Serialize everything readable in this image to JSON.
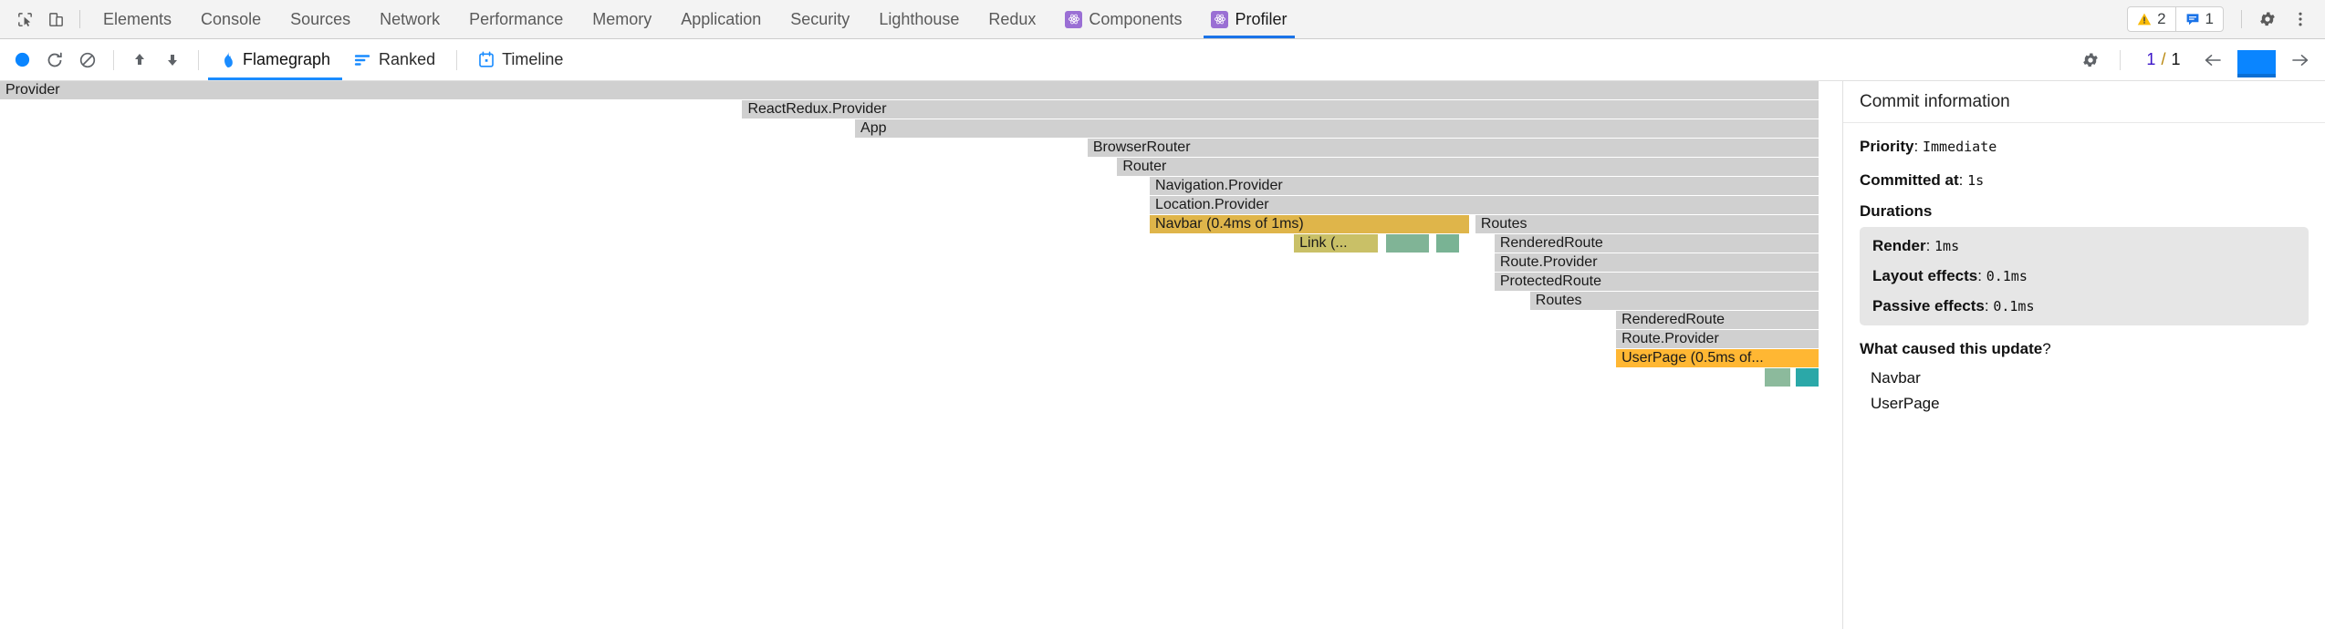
{
  "devtools": {
    "tools": [
      {
        "name": "inspect-element-icon",
        "label": "Inspect"
      },
      {
        "name": "device-toolbar-icon",
        "label": "Device toolbar"
      }
    ],
    "tabs": [
      {
        "label": "Elements",
        "icon": null,
        "active": false
      },
      {
        "label": "Console",
        "icon": null,
        "active": false
      },
      {
        "label": "Sources",
        "icon": null,
        "active": false
      },
      {
        "label": "Network",
        "icon": null,
        "active": false
      },
      {
        "label": "Performance",
        "icon": null,
        "active": false
      },
      {
        "label": "Memory",
        "icon": null,
        "active": false
      },
      {
        "label": "Application",
        "icon": null,
        "active": false
      },
      {
        "label": "Security",
        "icon": null,
        "active": false
      },
      {
        "label": "Lighthouse",
        "icon": null,
        "active": false
      },
      {
        "label": "Redux",
        "icon": null,
        "active": false
      },
      {
        "label": "Components",
        "icon": "react-icon",
        "active": false
      },
      {
        "label": "Profiler",
        "icon": "react-icon",
        "active": true
      }
    ],
    "warnings_count": "2",
    "messages_count": "1",
    "settings_label": "Settings",
    "more_label": "More options"
  },
  "profiler_toolbar": {
    "record_label": "Start profiling",
    "reload_label": "Reload and start profiling",
    "clear_label": "Clear profiling data",
    "load_label": "Load profile",
    "save_label": "Save profile",
    "views": [
      {
        "label": "Flamegraph",
        "icon": "flame-icon",
        "active": true
      },
      {
        "label": "Ranked",
        "icon": "ranked-bars-icon",
        "active": false
      },
      {
        "label": "Timeline",
        "icon": "calendar-icon",
        "active": false
      }
    ],
    "settings_label": "Profiler settings",
    "commit_index": "1",
    "commit_separator": "/",
    "commit_total": "1",
    "prev_label": "Previous commit",
    "next_label": "Next commit",
    "commit_bar_color": "#0a85ff"
  },
  "colors": {
    "neutral": "#d0d0d0",
    "gold": "#dfb54a",
    "olive": "#c9c067",
    "green_light": "#80b496",
    "green_mid": "#79b394",
    "orange": "#ffb733",
    "sage": "#8cba9c",
    "teal": "#2ba8a8",
    "accent_blue": "#1a8cff"
  },
  "flamegraph": {
    "rows": [
      [
        {
          "label": "Provider",
          "x": 0.0,
          "w": 0.988,
          "color": "#d0d0d0"
        }
      ],
      [
        {
          "label": "ReactRedux.Provider",
          "x": 0.4029,
          "w": 0.5851,
          "color": "#d0d0d0"
        }
      ],
      [
        {
          "label": "App",
          "x": 0.4641,
          "w": 0.5239,
          "color": "#d0d0d0"
        }
      ],
      [
        {
          "label": "BrowserRouter",
          "x": 0.5903,
          "w": 0.3977,
          "color": "#d0d0d0"
        }
      ],
      [
        {
          "label": "Router",
          "x": 0.6064,
          "w": 0.3816,
          "color": "#d0d0d0"
        }
      ],
      [
        {
          "label": "Navigation.Provider",
          "x": 0.6241,
          "w": 0.3639,
          "color": "#d0d0d0"
        }
      ],
      [
        {
          "label": "Location.Provider",
          "x": 0.6241,
          "w": 0.3639,
          "color": "#d0d0d0"
        }
      ],
      [
        {
          "label": "Navbar (0.4ms of 1ms)",
          "x": 0.6241,
          "w": 0.1743,
          "color": "#dfb54a"
        },
        {
          "label": "Routes",
          "x": 0.8008,
          "w": 0.1872,
          "color": "#d0d0d0"
        }
      ],
      [
        {
          "label": "Link (...",
          "x": 0.7024,
          "w": 0.0467,
          "color": "#c9c067"
        },
        {
          "label": "",
          "x": 0.7523,
          "w": 0.0241,
          "color": "#80b496"
        },
        {
          "label": "",
          "x": 0.7796,
          "w": 0.0136,
          "color": "#79b394"
        },
        {
          "label": "RenderedRoute",
          "x": 0.8112,
          "w": 0.1768,
          "color": "#d0d0d0"
        }
      ],
      [
        {
          "label": "Route.Provider",
          "x": 0.8112,
          "w": 0.1768,
          "color": "#d0d0d0"
        }
      ],
      [
        {
          "label": "ProtectedRoute",
          "x": 0.8112,
          "w": 0.1768,
          "color": "#d0d0d0"
        }
      ],
      [
        {
          "label": "Routes",
          "x": 0.8305,
          "w": 0.1575,
          "color": "#d0d0d0"
        }
      ],
      [
        {
          "label": "RenderedRoute",
          "x": 0.8772,
          "w": 0.1108,
          "color": "#d0d0d0"
        }
      ],
      [
        {
          "label": "Route.Provider",
          "x": 0.8772,
          "w": 0.1108,
          "color": "#d0d0d0"
        }
      ],
      [
        {
          "label": "UserPage (0.5ms of...",
          "x": 0.8772,
          "w": 0.1108,
          "color": "#ffb733"
        }
      ],
      [
        {
          "label": "",
          "x": 0.9578,
          "w": 0.0152,
          "color": "#8cba9c"
        },
        {
          "label": "",
          "x": 0.9747,
          "w": 0.0133,
          "color": "#2ba8a8"
        }
      ]
    ]
  },
  "sidebar": {
    "title": "Commit information",
    "priority_label": "Priority",
    "priority_value": "Immediate",
    "committed_at_label": "Committed at",
    "committed_at_value": "1s",
    "durations_title": "Durations",
    "durations": [
      {
        "label": "Render",
        "value": "1ms"
      },
      {
        "label": "Layout effects",
        "value": "0.1ms"
      },
      {
        "label": "Passive effects",
        "value": "0.1ms"
      }
    ],
    "caused_title": "What caused this update",
    "caused_title_suffix": "?",
    "caused_items": [
      {
        "label": "Navbar"
      },
      {
        "label": "UserPage"
      }
    ]
  }
}
